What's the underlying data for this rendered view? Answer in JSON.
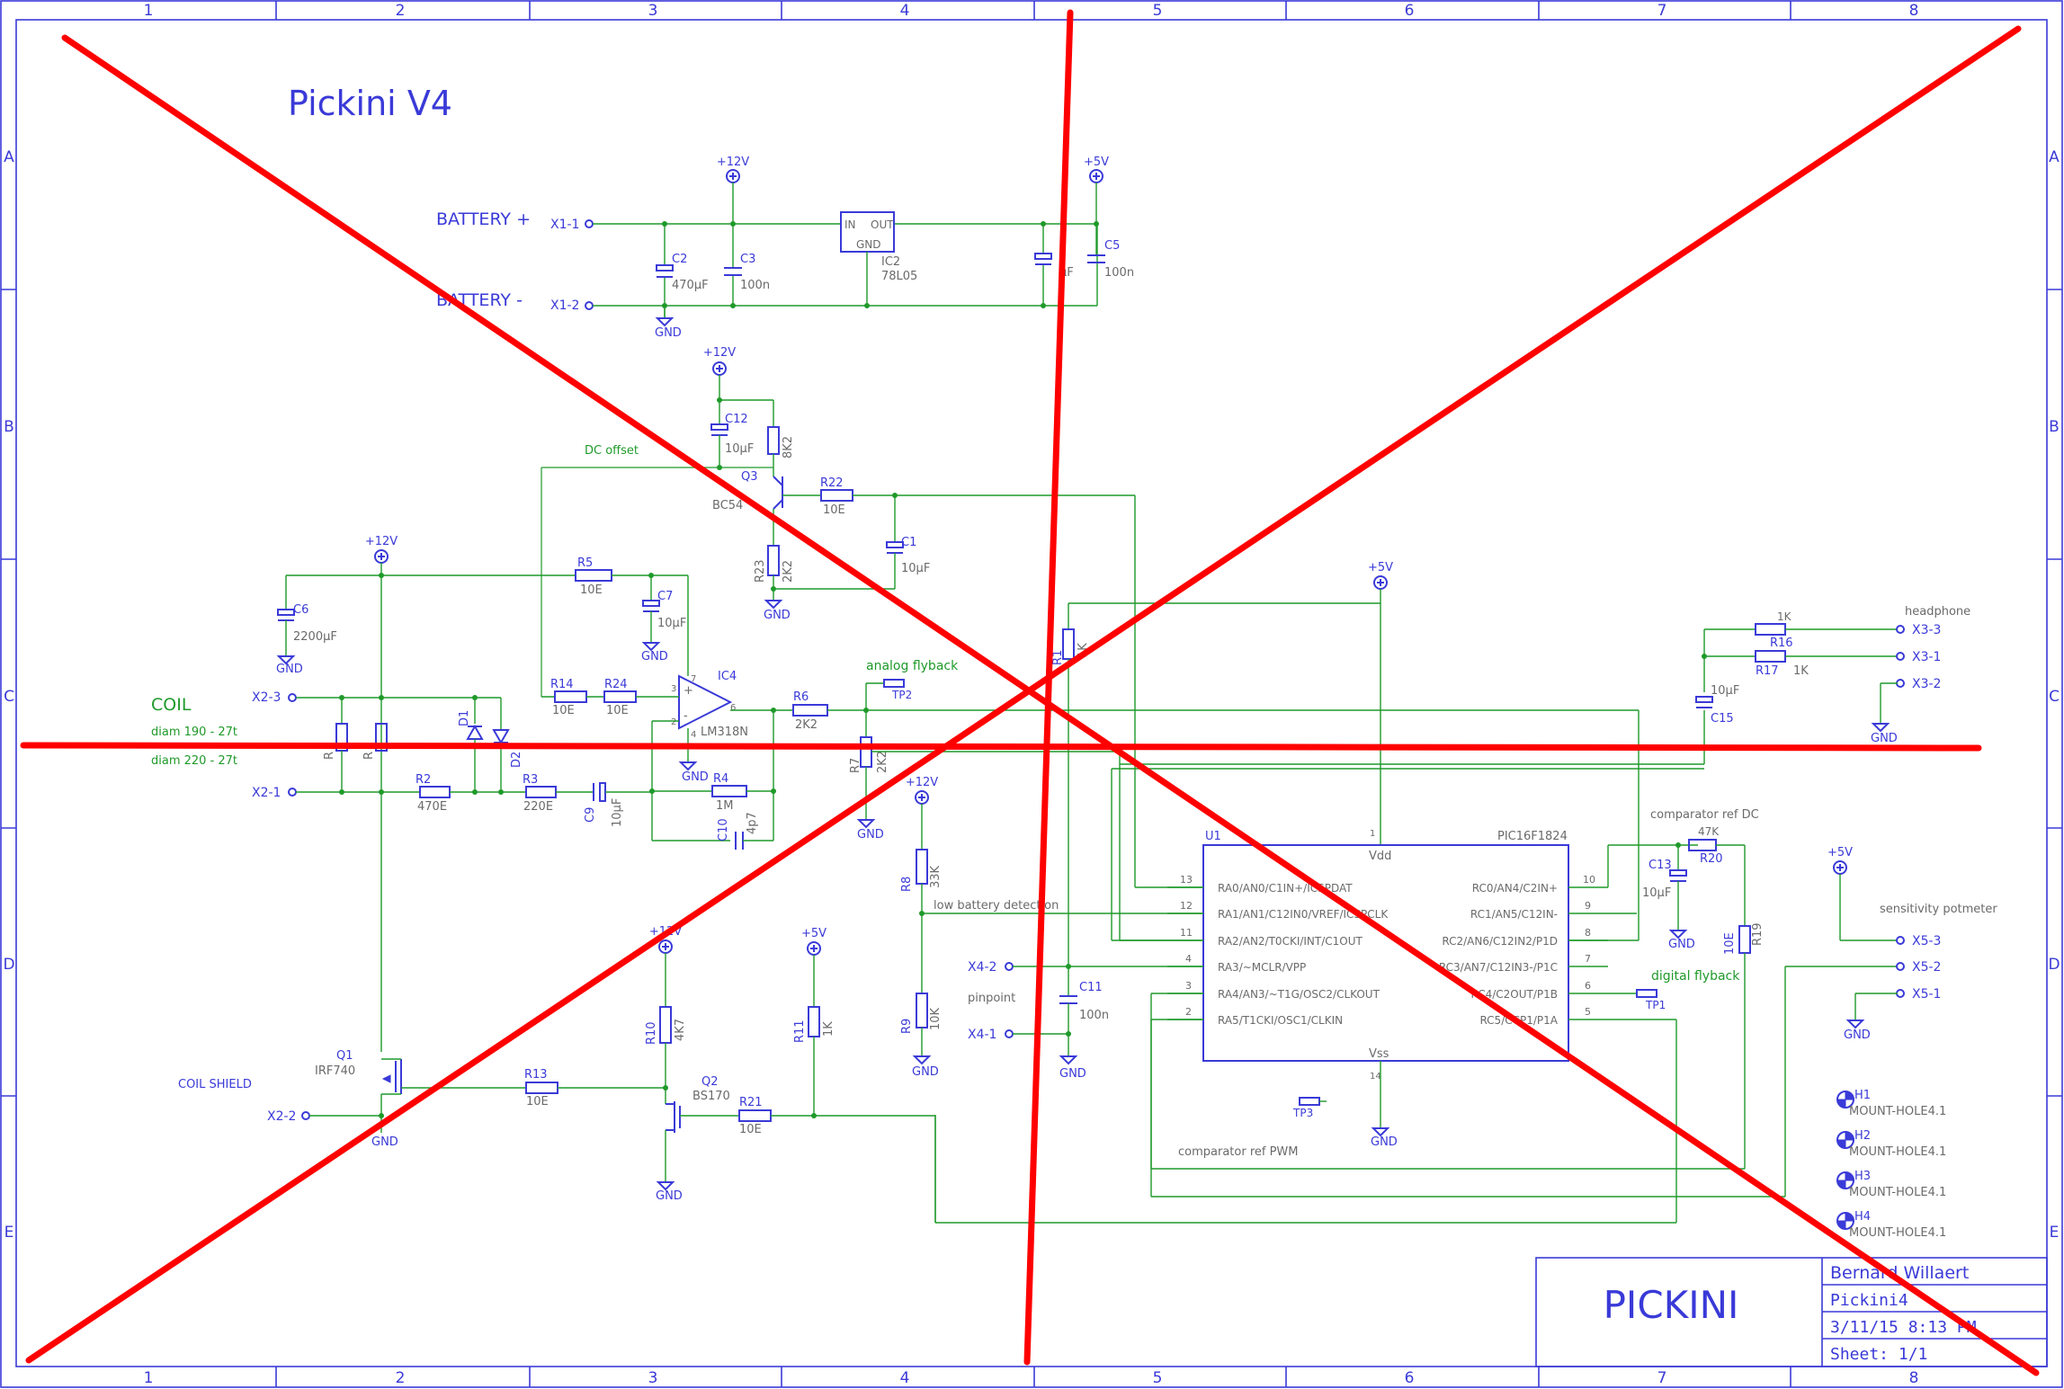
{
  "title": "Pickini V4",
  "grid": {
    "cols": [
      "1",
      "2",
      "3",
      "4",
      "5",
      "6",
      "7",
      "8"
    ],
    "rows": [
      "A",
      "B",
      "C",
      "D",
      "E"
    ]
  },
  "title_block": {
    "name": "PICKINI",
    "author": "Bernard Willaert",
    "file": "Pickini4",
    "date": "3/11/15 8:13 PM",
    "sheet": "Sheet: 1/1"
  },
  "labels": {
    "battery_plus": "BATTERY +",
    "battery_minus": "BATTERY -",
    "coil": "COIL",
    "diam190": "diam 190 - 27t",
    "diam220": "diam 220 - 27t",
    "coil_shield": "COIL SHIELD",
    "dc_offset": "DC offset",
    "analog_flyback": "analog flyback",
    "headphone": "headphone",
    "comparator_ref_dc": "comparator ref DC",
    "low_battery": "low battery detection",
    "pinpoint": "pinpoint",
    "sensitivity": "sensitivity potmeter",
    "digital_flyback": "digital flyback",
    "comparator_ref_pwm": "comparator ref PWM"
  },
  "power": {
    "p12v": "+12V",
    "p5v": "+5V",
    "gnd": "GND"
  },
  "connectors": {
    "x1_1": "X1-1",
    "x1_2": "X1-2",
    "x2_1": "X2-1",
    "x2_2": "X2-2",
    "x2_3": "X2-3",
    "x3_1": "X3-1",
    "x3_2": "X3-2",
    "x3_3": "X3-3",
    "x4_1": "X4-1",
    "x4_2": "X4-2",
    "x5_1": "X5-1",
    "x5_2": "X5-2",
    "x5_3": "X5-3"
  },
  "components": {
    "c2": "C2",
    "c2v": "470µF",
    "c3": "C3",
    "c3v": "100n",
    "ic2": "IC2",
    "ic2v": "78L05",
    "ic2_in": "IN",
    "ic2_out": "OUT",
    "ic2_gnd": "GND",
    "c4v": "µF",
    "c5": "C5",
    "c5v": "100n",
    "c12": "C12",
    "c12v": "10µF",
    "r12v": "8K2",
    "q3": "Q3",
    "q3v": "BC54",
    "r22": "R22",
    "r22v": "10E",
    "r23": "R23",
    "r23v": "2K2",
    "c1": "C1",
    "c1v": "10µF",
    "r5": "R5",
    "r5v": "10E",
    "c7": "C7",
    "c7v": "10µF",
    "c6": "C6",
    "c6v": "2200µF",
    "r14": "R14",
    "r14v": "10E",
    "r24": "R24",
    "r24v": "10E",
    "ic4": "IC4",
    "ic4v": "LM318N",
    "r6": "R6",
    "r6v": "2K2",
    "r7": "R7",
    "r7v": "2K2",
    "d1": "D1",
    "d2": "D2",
    "r2": "R2",
    "r2v": "470E",
    "r3": "R3",
    "r3v": "220E",
    "c9": "C9",
    "c9v": "10µF",
    "r4": "R4",
    "r4v": "1M",
    "c10": "C10",
    "c10v": "4p7",
    "r1v": "R",
    "rpv": "R",
    "r18": "R1",
    "r18v": "1K",
    "r16": "R16",
    "r16v": "1K",
    "r17": "R17",
    "r17v": "1K",
    "c15": "C15",
    "c15v": "10µF",
    "r8": "R8",
    "r8v": "33K",
    "r9": "R9",
    "r9v": "10K",
    "c11": "C11",
    "c11v": "100n",
    "u1": "U1",
    "u1v": "PIC16F1824",
    "vdd": "Vdd",
    "vss": "Vss",
    "r20": "R20",
    "r20v": "47K",
    "c13": "C13",
    "c13v": "10µF",
    "r19": "R19",
    "r19v": "10E",
    "q1": "Q1",
    "q1v": "IRF740",
    "r13": "R13",
    "r13v": "10E",
    "r10": "R10",
    "r10v": "4K7",
    "q2": "Q2",
    "q2v": "BS170",
    "r21": "R21",
    "r21v": "10E",
    "r11": "R11",
    "r11v": "1K",
    "tp1": "TP1",
    "tp2": "TP2",
    "tp3": "TP3",
    "h1": "H1",
    "h2": "H2",
    "h3": "H3",
    "h4": "H4",
    "mount": "MOUNT-HOLE4.1"
  },
  "u1_pins_left": [
    {
      "num": "13",
      "name": "RA0/AN0/C1IN+/ICSPDAT"
    },
    {
      "num": "12",
      "name": "RA1/AN1/C12IN0/VREF/ICSPCLK"
    },
    {
      "num": "11",
      "name": "RA2/AN2/T0CKI/INT/C1OUT"
    },
    {
      "num": "4",
      "name": "RA3/~MCLR/VPP"
    },
    {
      "num": "3",
      "name": "RA4/AN3/~T1G/OSC2/CLKOUT"
    },
    {
      "num": "2",
      "name": "RA5/T1CKI/OSC1/CLKIN"
    }
  ],
  "u1_pins_right": [
    {
      "num": "10",
      "name": "RC0/AN4/C2IN+"
    },
    {
      "num": "9",
      "name": "RC1/AN5/C12IN-"
    },
    {
      "num": "8",
      "name": "RC2/AN6/C12IN2/P1D"
    },
    {
      "num": "7",
      "name": "RC3/AN7/C12IN3-/P1C"
    },
    {
      "num": "6",
      "name": "RC4/C2OUT/P1B"
    },
    {
      "num": "5",
      "name": "RC5/CCP1/P1A"
    }
  ],
  "u1_power_pins": {
    "vdd_num": "1",
    "vss_num": "14"
  },
  "opamp_pins": {
    "p3": "3",
    "p2": "2",
    "p6": "6",
    "p7": "7",
    "p4": "4",
    "plus": "+",
    "minus": "-"
  },
  "colors": {
    "frame": "#3a3ad8",
    "wire": "#1f9a2a",
    "cross": "#ff0000",
    "note": "#6a6a6a"
  }
}
